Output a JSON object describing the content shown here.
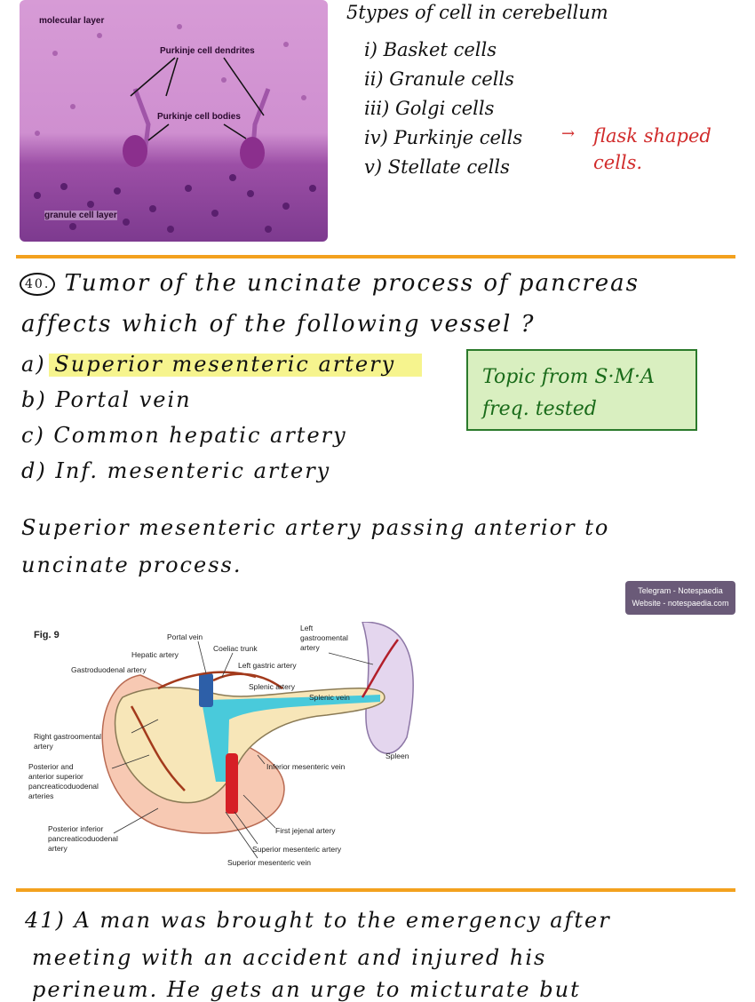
{
  "histology": {
    "labels": {
      "molecular": "molecular layer",
      "dendrites": "Purkinje cell dendrites",
      "bodies": "Purkinje cell bodies",
      "granule": "granule cell layer"
    }
  },
  "cerebellum_notes": {
    "title": "5types of cell in cerebellum",
    "items": [
      "i) Basket cells",
      "ii) Granule cells",
      "iii) Golgi cells",
      "iv) Purkinje cells",
      "v) Stellate cells"
    ],
    "annotation": "flask shaped cells."
  },
  "question40": {
    "number": "40.",
    "stem_line1": "Tumor of the uncinate process of pancreas",
    "stem_line2": "affects which of the following vessel ?",
    "options": [
      "a) Superior mesenteric artery",
      "b) Portal vein",
      "c) Common hepatic artery",
      "d) Inf. mesenteric artery"
    ],
    "explanation_line1": "Superior mesenteric artery passing anterior to",
    "explanation_line2": "uncinate process."
  },
  "topic_box": {
    "line1": "Topic from S·M·A",
    "line2": "freq. tested"
  },
  "telegram_badge": {
    "line1": "Telegram - Notespaedia",
    "line2": "Website - notespaedia.com"
  },
  "figure": {
    "label": "Fig. 9",
    "labels": {
      "portal_vein": "Portal vein",
      "coeliac_trunk": "Coeliac trunk",
      "hepatic_artery": "Hepatic artery",
      "gastroduodenal": "Gastroduodenal artery",
      "left_gastric": "Left gastric artery",
      "splenic_artery": "Splenic artery",
      "left_gastroomental_1": "Left",
      "left_gastroomental_2": "gastroomental",
      "left_gastroomental_3": "artery",
      "splenic_vein": "Splenic vein",
      "right_gastroomental_1": "Right gastroomental",
      "right_gastroomental_2": "artery",
      "post_ant_1": "Posterior and",
      "post_ant_2": "anterior superior",
      "post_ant_3": "pancreaticoduodenal",
      "post_ant_4": "arteries",
      "spleen": "Spleen",
      "imv": "Inferior mesenteric vein",
      "post_inf_1": "Posterior inferior",
      "post_inf_2": "pancreaticoduodenal",
      "post_inf_3": "artery",
      "first_jejunal": "First jejenal artery",
      "sma": "Superior mesenteric artery",
      "smv": "Superior mesenteric vein"
    }
  },
  "question41": {
    "line1": "41) A man was brought to the emergency after",
    "line2": "meeting with an accident and injured his",
    "line3": "perineum. He gets an urge to micturate but"
  },
  "colors": {
    "divider": "#f3a11e",
    "highlight": "#f5f27a",
    "annotation_red": "#d12b2b",
    "topic_green": "#1a6b1a"
  }
}
